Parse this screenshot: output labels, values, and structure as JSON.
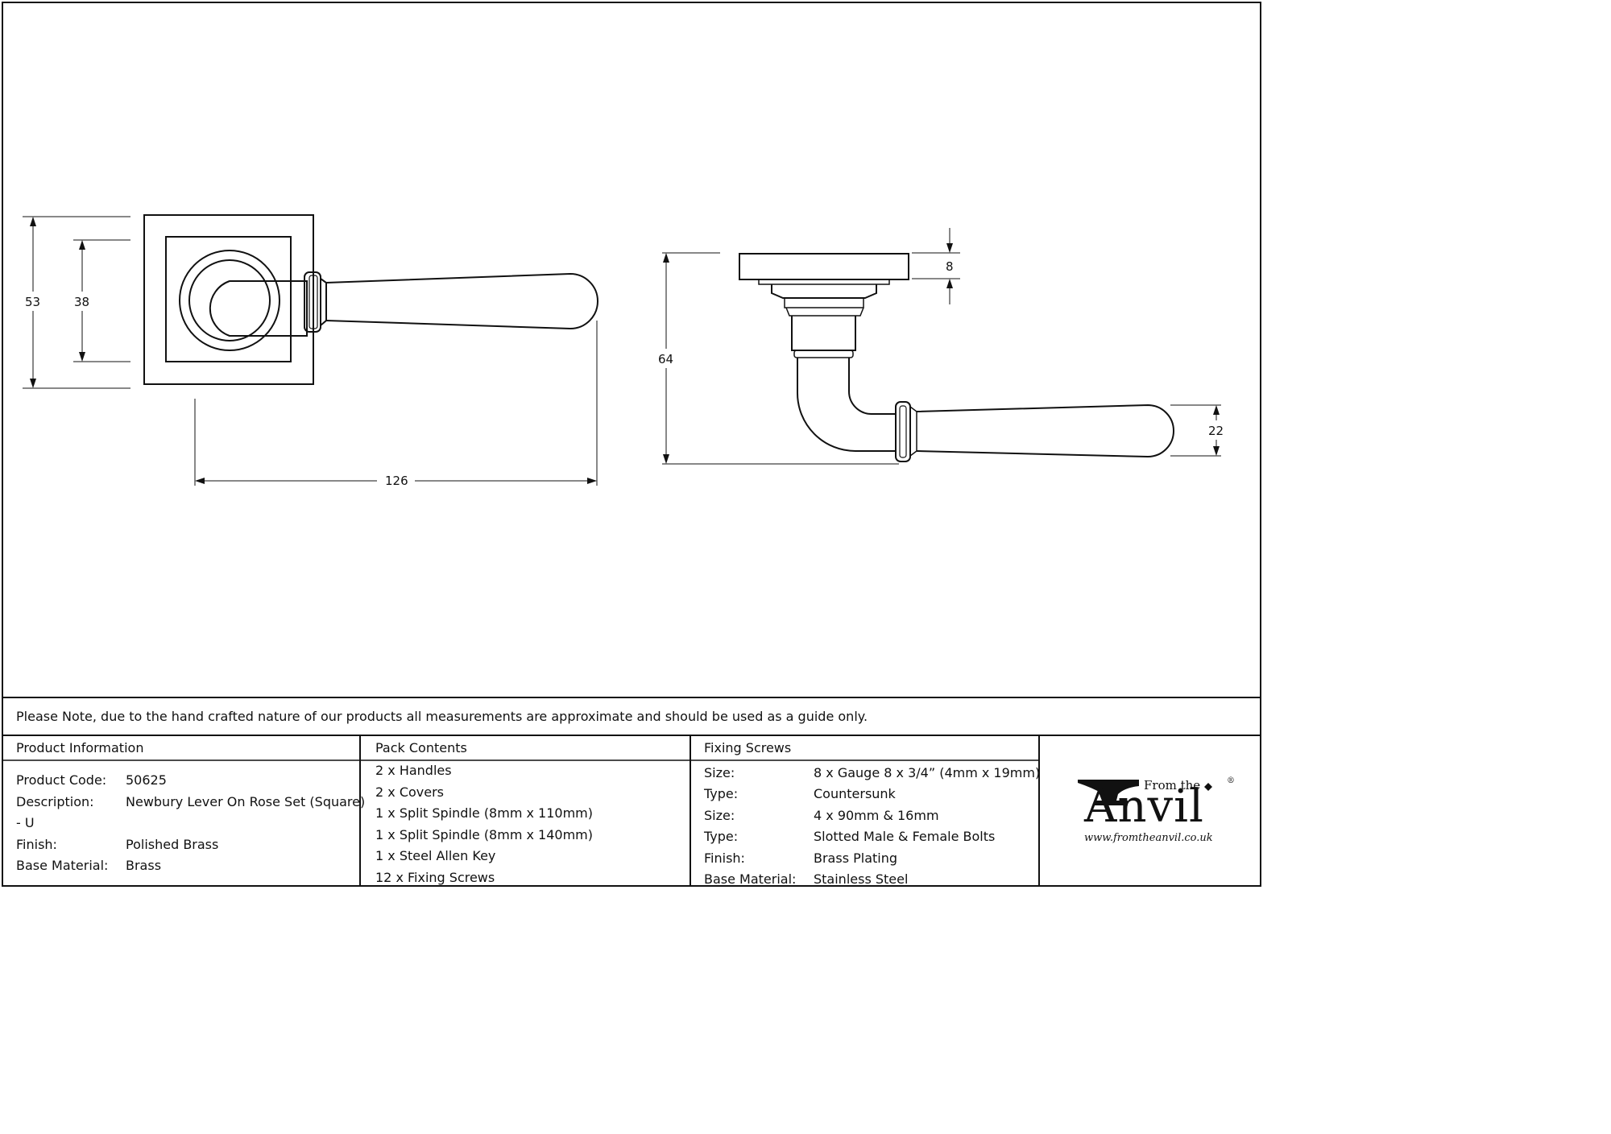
{
  "dimensions": {
    "height_outer": "53",
    "height_inner": "38",
    "length": "126",
    "projection": "64",
    "rose_thickness": "8",
    "lever_diameter": "22"
  },
  "note": "Please Note, due to the hand crafted nature of our products all measurements are approximate and should be used as a guide only.",
  "product_information": {
    "header": "Product Information",
    "rows": [
      {
        "label": "Product Code:",
        "value": "50625"
      },
      {
        "label": "Description:",
        "value": "Newbury Lever On Rose Set (Square)",
        "value_cont": "- U"
      },
      {
        "label": "Finish:",
        "value": "Polished Brass"
      },
      {
        "label": "Base Material:",
        "value": "Brass"
      }
    ]
  },
  "pack_contents": {
    "header": "Pack Contents",
    "items": [
      "2 x Handles",
      "2 x Covers",
      "1 x Split Spindle (8mm x 110mm)",
      "1 x Split Spindle (8mm x 140mm)",
      "1 x Steel Allen Key",
      "12 x Fixing Screws"
    ]
  },
  "fixing_screws": {
    "header": "Fixing Screws",
    "rows": [
      {
        "label": "Size:",
        "value": "8 x Gauge 8 x 3/4” (4mm x 19mm)"
      },
      {
        "label": "Type:",
        "value": "Countersunk"
      },
      {
        "label": "Size:",
        "value": "4 x 90mm & 16mm"
      },
      {
        "label": "Type:",
        "value": "Slotted Male & Female Bolts"
      },
      {
        "label": "Finish:",
        "value": "Brass Plating"
      },
      {
        "label": "Base Material:",
        "value": "Stainless Steel"
      }
    ]
  },
  "logo": {
    "from_the": "From the",
    "name": "Anvil",
    "registered": "®",
    "url": "www.fromtheanvil.co.uk"
  },
  "colors": {
    "line": "#111111",
    "background": "#ffffff"
  }
}
